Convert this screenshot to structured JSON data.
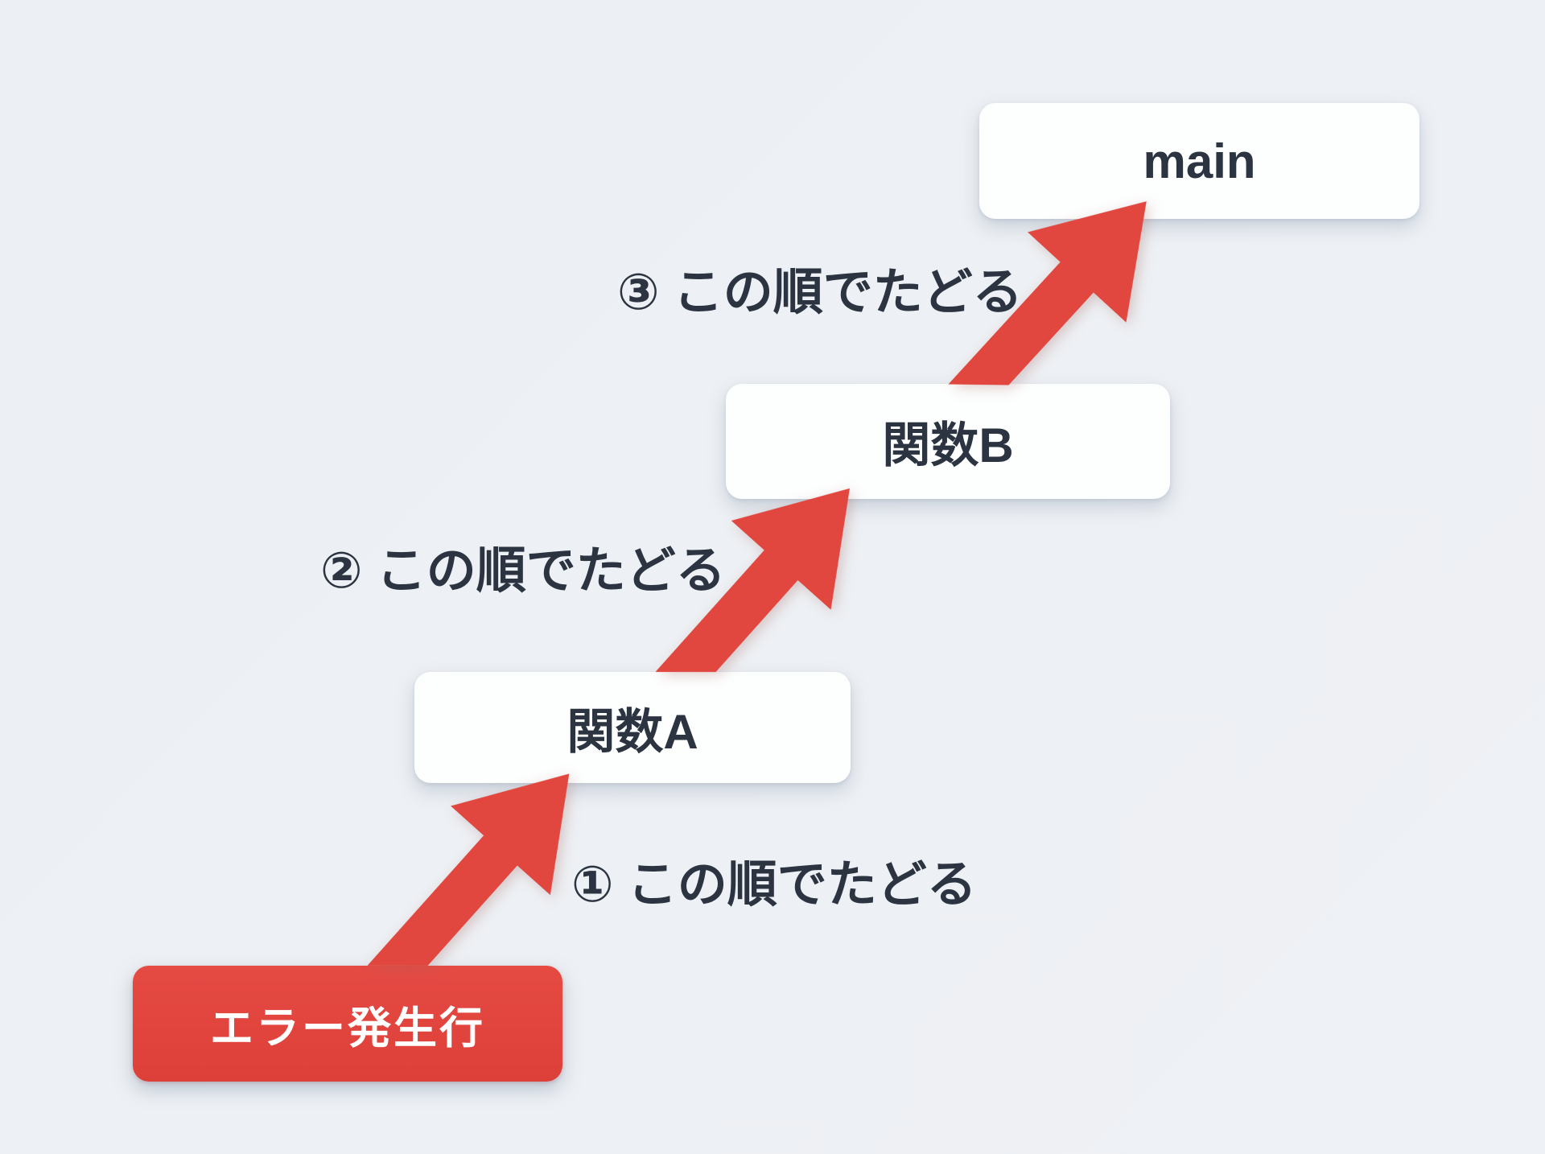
{
  "diagram": {
    "background_color": "#edf0f4",
    "accent_red": "#e1473f",
    "text_dark": "#2b3440",
    "nodes": [
      {
        "id": "error-line",
        "label": "エラー発生行"
      },
      {
        "id": "function-a",
        "label": "関数A"
      },
      {
        "id": "function-b",
        "label": "関数B"
      },
      {
        "id": "main",
        "label": "main"
      }
    ],
    "steps": [
      {
        "id": "step-1",
        "label": "① この順でたどる"
      },
      {
        "id": "step-2",
        "label": "② この順でたどる"
      },
      {
        "id": "step-3",
        "label": "③ この順でたどる"
      }
    ]
  }
}
